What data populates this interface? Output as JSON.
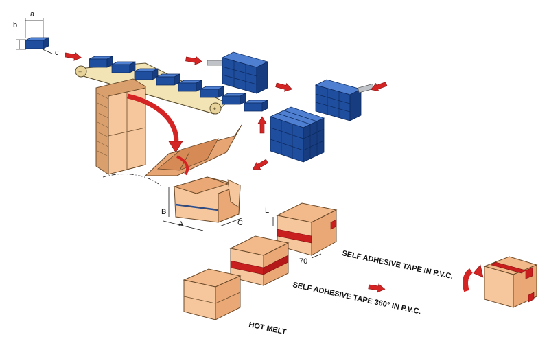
{
  "dimensions": {
    "product_width": "a",
    "product_height": "b",
    "product_depth": "c",
    "box_length": "A",
    "box_height": "B",
    "box_width": "C",
    "tape_width": "L",
    "tape_length": "70"
  },
  "captions": {
    "tape_pvc": "SELF ADHESIVE TAPE IN P.V.C.",
    "tape_360": "SELF ADHESIVE TAPE 360° IN P.V.C.",
    "hot_melt": "HOT MELT"
  },
  "colors": {
    "product_blue": "#1f4e9e",
    "carton": "#f2b98a",
    "arrow_red": "#d42424",
    "belt": "#f3e4b6",
    "tape_red": "#c81e1e"
  }
}
